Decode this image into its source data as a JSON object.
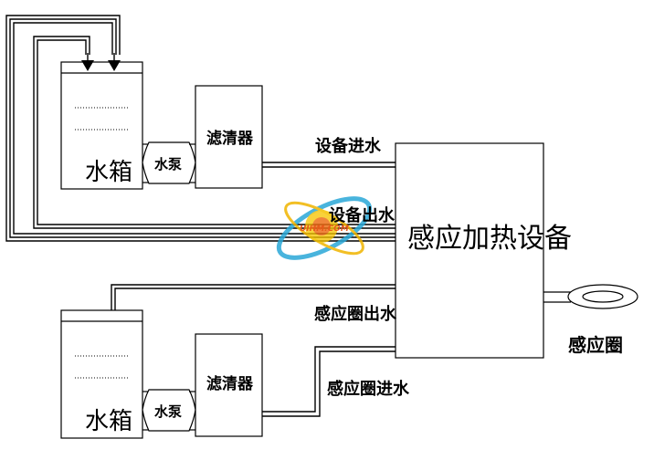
{
  "top_system": {
    "tank_label": "水箱",
    "pump_label": "水泵",
    "filter_label": "滤清器"
  },
  "bottom_system": {
    "tank_label": "水箱",
    "pump_label": "水泵",
    "filter_label": "滤清器"
  },
  "device_label": "感应加热设备",
  "pipes": {
    "device_inlet": "设备进水",
    "device_outlet": "设备出水",
    "coil_outlet": "感应圈出水",
    "coil_inlet": "感应圈进水"
  },
  "coil_label": "感应圈",
  "watermark": {
    "text": "UIHM.COM",
    "colors": [
      "#2aa7d8",
      "#f0b400",
      "#e85a1a"
    ]
  }
}
